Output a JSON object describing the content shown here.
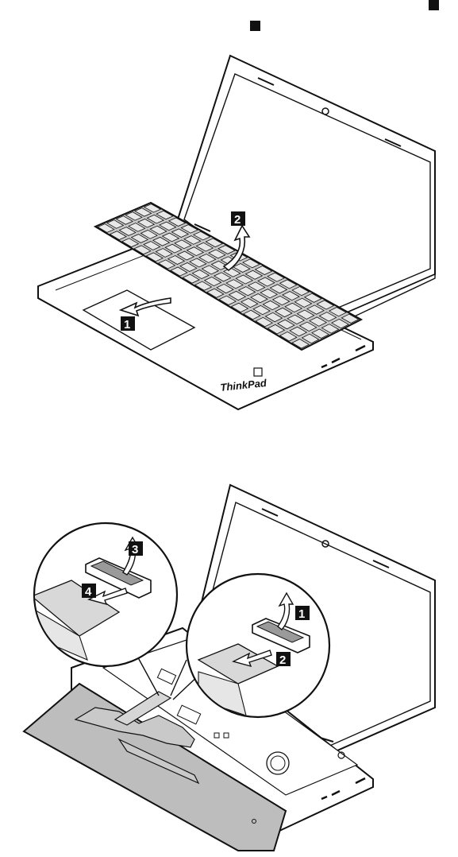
{
  "figure_top": {
    "brand_label": "ThinkPad",
    "steps": [
      {
        "label": "1",
        "meaning": "slide keyboard forward"
      },
      {
        "label": "2",
        "meaning": "lift keyboard"
      }
    ]
  },
  "figure_bottom": {
    "steps": [
      {
        "label": "1"
      },
      {
        "label": "2"
      },
      {
        "label": "3"
      },
      {
        "label": "4"
      }
    ]
  },
  "colors": {
    "line": "#111111",
    "keyboard_fill": "#c8c8c8",
    "tray_fill": "#bdbdbd",
    "step_badge": "#111111",
    "arrow_fill": "#ffffff"
  }
}
